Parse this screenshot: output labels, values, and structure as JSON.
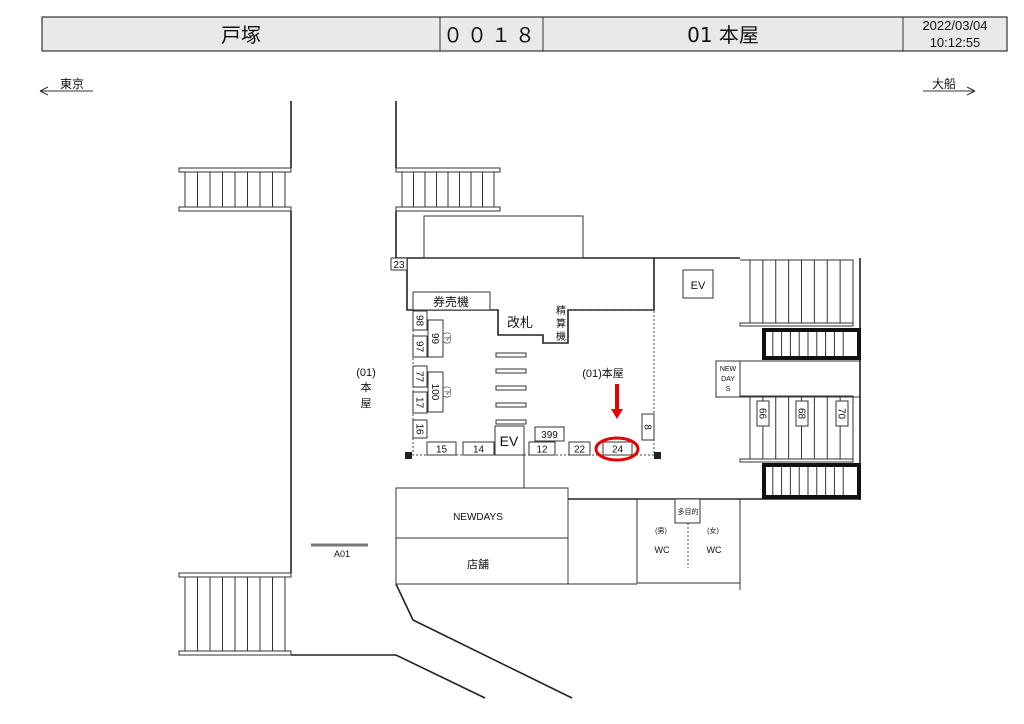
{
  "header": {
    "station": "戸塚",
    "code": "００１８",
    "location": "01 本屋",
    "date": "2022/03/04",
    "time": "10:12:55"
  },
  "directions": {
    "left": "東京",
    "right": "大船"
  },
  "labels": {
    "side_label": [
      "(01)",
      "本",
      "屋"
    ],
    "ticket_machine": "券売機",
    "gate": "改札",
    "fare_adjust": [
      "精",
      "算",
      "機"
    ],
    "marker_label": "(01)本屋",
    "ev_main": "EV",
    "ev_right": "EV",
    "newdays_small": [
      "NEW",
      "DAY",
      "S"
    ],
    "newdays": "NEWDAYS",
    "shop": "店舗",
    "multipurpose": "多目的",
    "men": "(男)",
    "women": "(女)",
    "wc_men": "WC",
    "wc_women": "WC",
    "a01": "A01",
    "below_note": "(下)"
  },
  "spots": {
    "s23": "23",
    "s98": "98",
    "s97": "97",
    "s99": "99",
    "s77": "77",
    "s17": "17",
    "s100": "100",
    "s16": "16",
    "s15": "15",
    "s14": "14",
    "s12": "12",
    "s399": "399",
    "s22": "22",
    "s24": "24",
    "s8": "8",
    "s66": "66",
    "s68": "68",
    "s70": "70"
  },
  "highlight": {
    "spot": "24",
    "color": "#e60000"
  }
}
